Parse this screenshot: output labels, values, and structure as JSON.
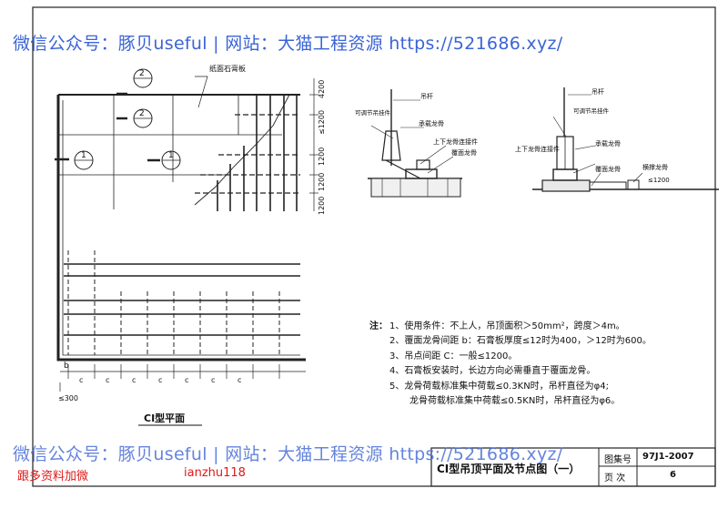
{
  "watermark": {
    "line1": "微信公众号：豚贝useful | 网站：大猫工程资源 https://521686.xyz/",
    "line2": "微信公众号：豚贝useful | 网站：大猫工程资源 https://521686.xyz/"
  },
  "promo": {
    "left": "跟多资料加微",
    "right": "ianzhu118"
  },
  "plan": {
    "caption": "CⅠ型平面",
    "board_label": "纸面石膏板",
    "markers": [
      "2",
      "2",
      "1",
      "1"
    ],
    "dim_labels": [
      "4200",
      "≤1200",
      "1200",
      "1200",
      "1200"
    ],
    "spacing_labels": [
      "b",
      "c",
      "c",
      "c",
      "c",
      "c",
      "c",
      "c"
    ],
    "edge_dim": "≤300"
  },
  "detail1": {
    "labels": [
      "吊杆",
      "可调节吊挂件",
      "承载龙骨",
      "上下龙骨连接件",
      "覆面龙骨"
    ]
  },
  "detail2": {
    "labels": [
      "吊杆",
      "可调节吊挂件",
      "承载龙骨",
      "上下龙骨连接件",
      "覆面龙骨",
      "横撑龙骨",
      "≤1200"
    ]
  },
  "notes": {
    "lead": "注：",
    "items": [
      "1、使用条件：不上人，吊顶面积＞50mm²，跨度＞4m。",
      "2、覆面龙骨间距 b：石膏板厚度≤12时为400，＞12时为600。",
      "3、吊点间距 C：一般≤1200。",
      "4、石膏板安装时，长边方向必需垂直于覆面龙骨。",
      "5、龙骨荷载标准集中荷载≤0.3KN时，吊杆直径为φ4;",
      "龙骨荷载标准集中荷载≤0.5KN时，吊杆直径为φ6。"
    ]
  },
  "title_block": {
    "title": "CⅠ型吊顶平面及节点图（一）",
    "atlas_label": "图集号",
    "atlas_no": "97J1-2007",
    "page_label": "页 次",
    "page_no": "6"
  }
}
